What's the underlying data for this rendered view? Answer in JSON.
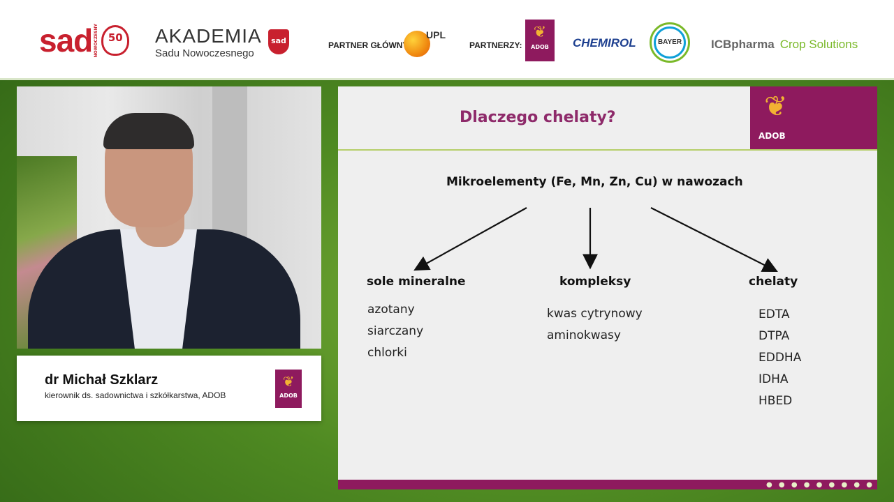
{
  "header": {
    "sad_logo_text": "sad",
    "sad_logo_vertical": "NOWOCZESNY",
    "sad_anniversary": "50",
    "akademia_title": "AKADEMIA",
    "akademia_subtitle": "Sadu Nowoczesnego",
    "akademia_badge": "sad",
    "partner_main_label": "PARTNER GŁÓWNY:",
    "partner_main_name": "UPL",
    "partners_label": "PARTNERZY:",
    "partners": [
      "ADOB",
      "CHEMIROL",
      "BAYER",
      "ICBpharma",
      "Crop Solutions"
    ]
  },
  "caption": {
    "name": "dr Michał Szklarz",
    "role": "kierownik ds. sadownictwa i szkółkarstwa, ADOB",
    "logo": "ADOB"
  },
  "slide": {
    "title": "Dlaczego chelaty?",
    "logo": "ADOB",
    "main": "Mikroelementy (Fe, Mn, Zn, Cu) w nawozach",
    "columns": [
      {
        "heading": "sole mineralne",
        "items": [
          "azotany",
          "siarczany",
          "chlorki"
        ]
      },
      {
        "heading": "kompleksy",
        "items": [
          "kwas cytrynowy",
          "aminokwasy"
        ]
      },
      {
        "heading": "chelaty",
        "items": [
          "EDTA",
          "DTPA",
          "EDDHA",
          "IDHA",
          "HBED"
        ]
      }
    ]
  },
  "colors": {
    "adob_purple": "#8e1a5e",
    "title_purple": "#8e2a6a",
    "sad_red": "#c8202e"
  }
}
